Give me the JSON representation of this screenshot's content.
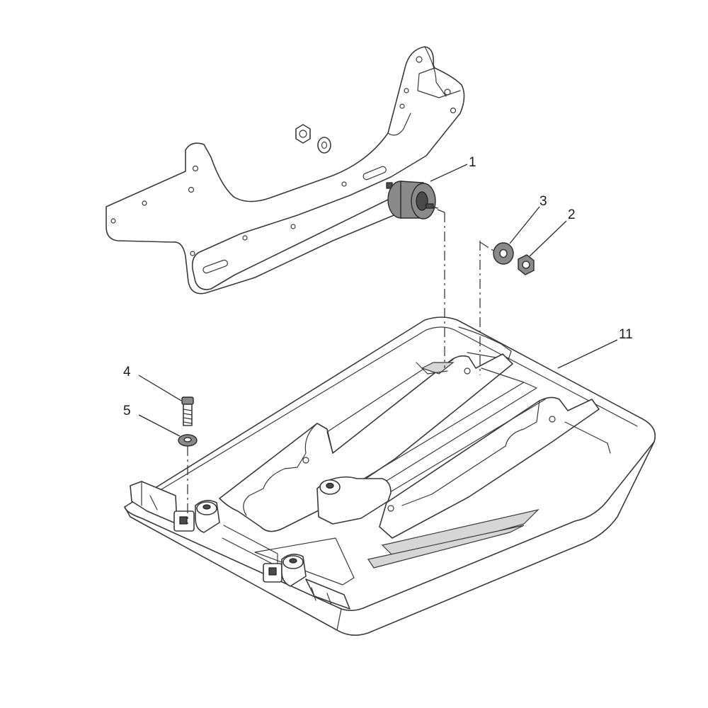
{
  "diagram": {
    "callouts": [
      {
        "id": "1",
        "label": "1"
      },
      {
        "id": "2",
        "label": "2"
      },
      {
        "id": "3",
        "label": "3"
      },
      {
        "id": "4",
        "label": "4"
      },
      {
        "id": "5",
        "label": "5"
      },
      {
        "id": "11",
        "label": "11"
      }
    ]
  }
}
